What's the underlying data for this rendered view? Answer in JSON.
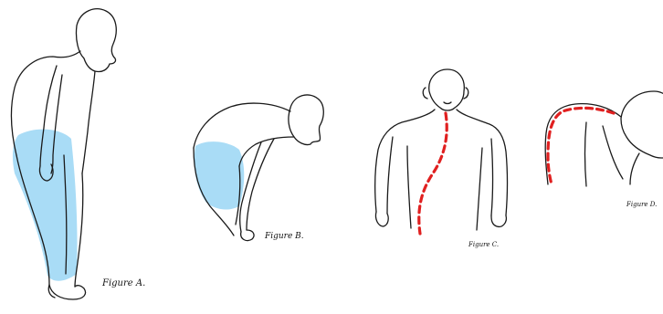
{
  "figures": [
    {
      "id": "a",
      "caption": "Figure A."
    },
    {
      "id": "b",
      "caption": "Figure B."
    },
    {
      "id": "c",
      "caption": "Figure C."
    },
    {
      "id": "d",
      "caption": "Figure D."
    }
  ],
  "colors": {
    "outline": "#1a1a1a",
    "highlight_fill": "#a9dcf6",
    "spine_line": "#e02020",
    "background": "#ffffff"
  }
}
